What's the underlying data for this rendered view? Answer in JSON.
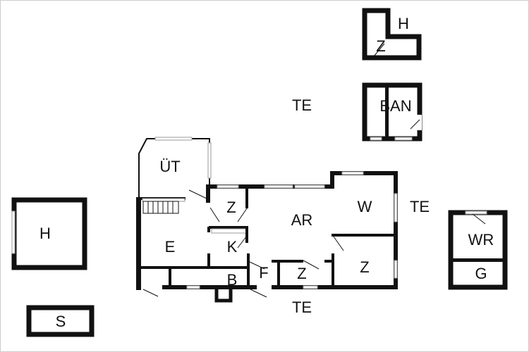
{
  "title": "Floor plan",
  "labels": {
    "h_top": "H",
    "z_top": "Z",
    "te_top": "TE",
    "ban": "BAN",
    "ut": "ÜT",
    "z_hall": "Z",
    "ar": "AR",
    "w": "W",
    "te_right": "TE",
    "h_left": "H",
    "e": "E",
    "k": "K",
    "f": "F",
    "z_small": "Z",
    "z_right": "Z",
    "b": "B",
    "te_bottom": "TE",
    "wr": "WR",
    "g": "G",
    "s": "S"
  }
}
